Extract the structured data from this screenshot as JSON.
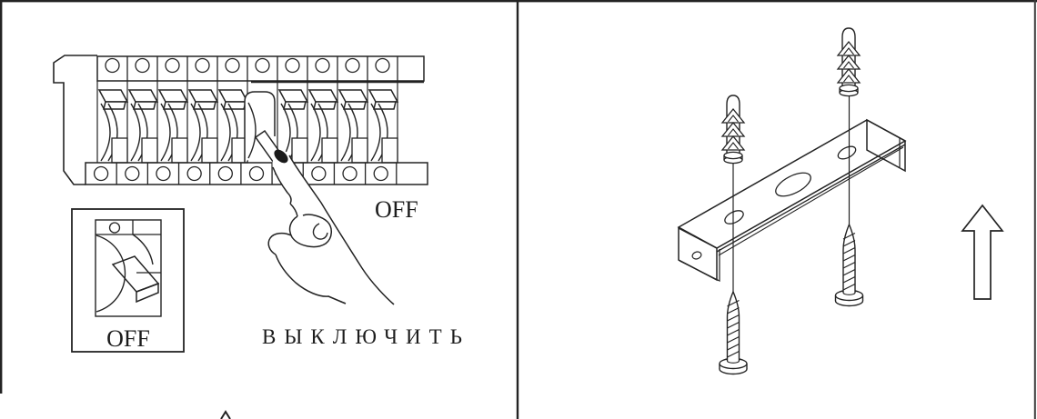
{
  "page": {
    "background": "#ffffff",
    "line_color": "#232323",
    "description": "Instruction-manual illustration: left pane shows a finger switching a row of circuit breakers to OFF; right pane shows wall plugs and screws aligned with a mounting bracket, with an up arrow."
  },
  "left_panel": {
    "labels": {
      "off_finger": "OFF",
      "off_inset": "OFF",
      "instruction_ru": "ВЫКЛЮЧИТЬ"
    },
    "breakers": {
      "total": 10,
      "pressed_index": 6
    },
    "terminals": {
      "top_count": 10,
      "bottom_count": 10
    }
  },
  "right_panel": {
    "wall_plugs": {
      "count": 2
    },
    "screws": {
      "count": 2
    },
    "bracket": {
      "holes": 3
    },
    "arrow": {
      "direction": "up"
    }
  }
}
